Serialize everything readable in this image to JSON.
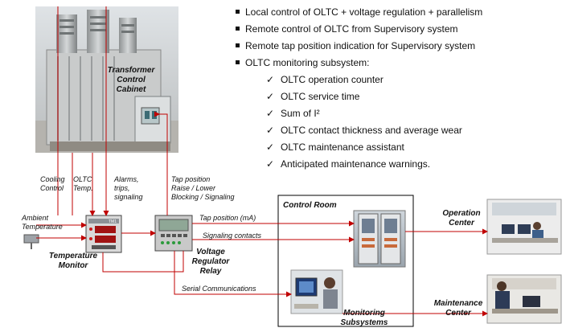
{
  "bullets": [
    "Local control of OLTC + voltage regulation + parallelism",
    "Remote control of OLTC from Supervisory system",
    "Remote tap position indication for Supervisory system",
    "OLTC monitoring subsystem:"
  ],
  "checks": [
    "OLTC operation counter",
    "OLTC service time",
    "Sum of I²",
    "OLTC contact thickness and average wear",
    "OLTC maintenance assistant",
    "Anticipated maintenance warnings."
  ],
  "check_mark": "✓",
  "labels": {
    "transformer_cabinet": [
      "Transformer",
      "Control",
      "Cabinet"
    ],
    "cooling_control": [
      "Cooling",
      "Control"
    ],
    "oltc_temp": [
      "OLTC",
      "Temp."
    ],
    "alarms": [
      "Alarms,",
      "trips,",
      "signaling"
    ],
    "tap_position_block": [
      "Tap position",
      "Raise / Lower",
      "Blocking / Signaling"
    ],
    "ambient": [
      "Ambient",
      "Temperature"
    ],
    "temperature_monitor": [
      "Temperature",
      "Monitor"
    ],
    "voltage_regulator": [
      "Voltage",
      "Regulator",
      "Relay"
    ],
    "tap_position_ma": "Tap position (mA)",
    "signaling_contacts": "Signaling contacts",
    "serial_comm": "Serial Communications",
    "control_room": "Control Room",
    "operation_center": [
      "Operation",
      "Center"
    ],
    "maintenance_center": [
      "Maintenance",
      "Center"
    ],
    "monitoring_subsystems": [
      "Monitoring",
      "Subsystems"
    ],
    "device_tag": "TM1"
  },
  "colors": {
    "arrow": "#c00000",
    "text": "#111111",
    "box": "#000000"
  }
}
